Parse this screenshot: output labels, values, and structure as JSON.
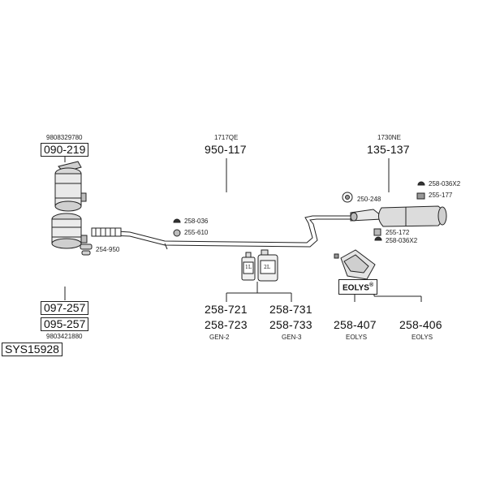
{
  "diagram": {
    "system_code": "SYS15928",
    "catalyst": {
      "ref": "9808329780",
      "part": "090-219"
    },
    "front_pipe": {
      "ref": "1717QE",
      "part": "950-117"
    },
    "rear_silencer": {
      "ref": "1730NE",
      "part": "135-137"
    },
    "dpf": {
      "part_a": "097-257",
      "part_b": "095-257",
      "ref": "9803421880"
    },
    "fittings": {
      "f_254_950": "254-950",
      "f_258_036": "258-036",
      "f_255_610": "255-610",
      "f_250_248": "250-248",
      "f_258_036x2_top": "258-036X2",
      "f_255_177": "255-177",
      "f_255_172": "255-172",
      "f_258_036x2_bottom": "258-036X2"
    },
    "additives": {
      "bottle_small_label": "1L",
      "bottle_large_label": "2L",
      "gen2_a": "258-721",
      "gen2_b": "258-723",
      "gen2_caption": "GEN-2",
      "gen3_a": "258-731",
      "gen3_b": "258-733",
      "gen3_caption": "GEN-3"
    },
    "eolys": {
      "badge": "EOLYS",
      "badge_mark": "®",
      "part_a": "258-407",
      "caption_a": "EOLYS",
      "part_b": "258-406",
      "caption_b": "EOLYS"
    }
  }
}
